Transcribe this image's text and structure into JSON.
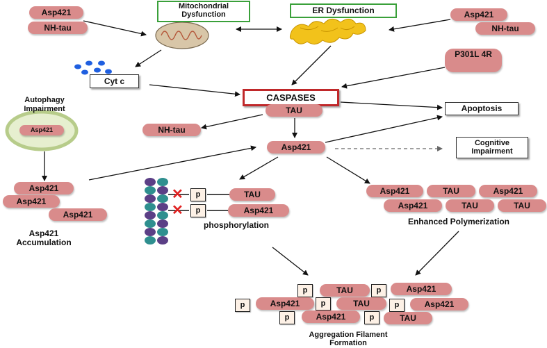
{
  "nodes": {
    "asp421_tl": "Asp421",
    "nhtau_tl": "NH-tau",
    "mito_label": "Mitochondrial Dysfunction",
    "er_label": "ER Dysfunction",
    "asp421_tr": "Asp421",
    "nhtau_tr": "NH-tau",
    "cytc": "Cyt c",
    "p301l": "P301L 4R",
    "caspases": "CASPASES",
    "tau_center": "TAU",
    "apoptosis": "Apoptosis",
    "autophagy_label": "Autophagy Impairment",
    "autophagy_inner": "Asp421",
    "nhtau_mid": "NH-tau",
    "asp421_center": "Asp421",
    "cognitive": "Cognitive Impairment",
    "accum_items": [
      "Asp421",
      "Asp421",
      "Asp421"
    ],
    "accum_label": "Asp421 Accumulation",
    "phos_p": "p",
    "phos_tau": "TAU",
    "phos_asp": "Asp421",
    "phos_label": "phosphorylation",
    "poly_row1": [
      "Asp421",
      "TAU",
      "Asp421"
    ],
    "poly_row2": [
      "Asp421",
      "TAU",
      "TAU"
    ],
    "poly_label": "Enhanced Polymerization",
    "agg_row1": [
      "TAU",
      "Asp421"
    ],
    "agg_row2": [
      "Asp421",
      "TAU",
      "Asp421"
    ],
    "agg_row3": [
      "Asp421",
      "TAU"
    ],
    "agg_label": "Aggregation Filament Formation"
  },
  "colors": {
    "pill": "#d98b8b",
    "caspase_border": "#c0282a",
    "box_green_border": "#3aa03a",
    "cytc_dots": "#1f5fe0",
    "bead_teal": "#2f8f8f",
    "bead_purple": "#5b3f86",
    "x_red": "#e02020"
  }
}
